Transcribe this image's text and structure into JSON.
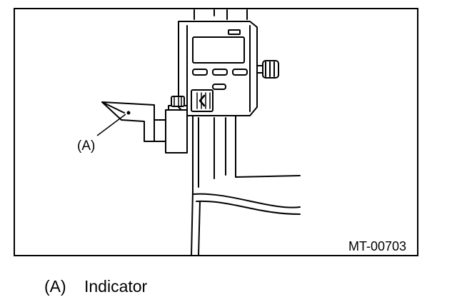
{
  "figure": {
    "callout_label": "(A)",
    "figure_code": "MT-00703"
  },
  "legend": {
    "items": [
      {
        "letter": "(A)",
        "text": "Indicator"
      }
    ]
  }
}
